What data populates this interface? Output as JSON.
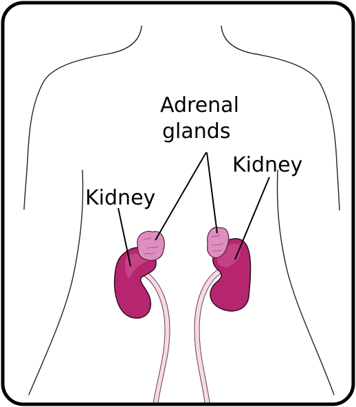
{
  "labels": {
    "kidney_left": "Kidney",
    "adrenal_line1": "Adrenal",
    "adrenal_line2": "glands",
    "kidney_right": "Kidney"
  },
  "colors": {
    "frame": "#000000",
    "kidney_fill": "#b5266f",
    "kidney_highlight": "#d05595",
    "adrenal_fill": "#de8fbf",
    "ureter_fill": "#f6dbe6",
    "body_outline": "#222222"
  }
}
